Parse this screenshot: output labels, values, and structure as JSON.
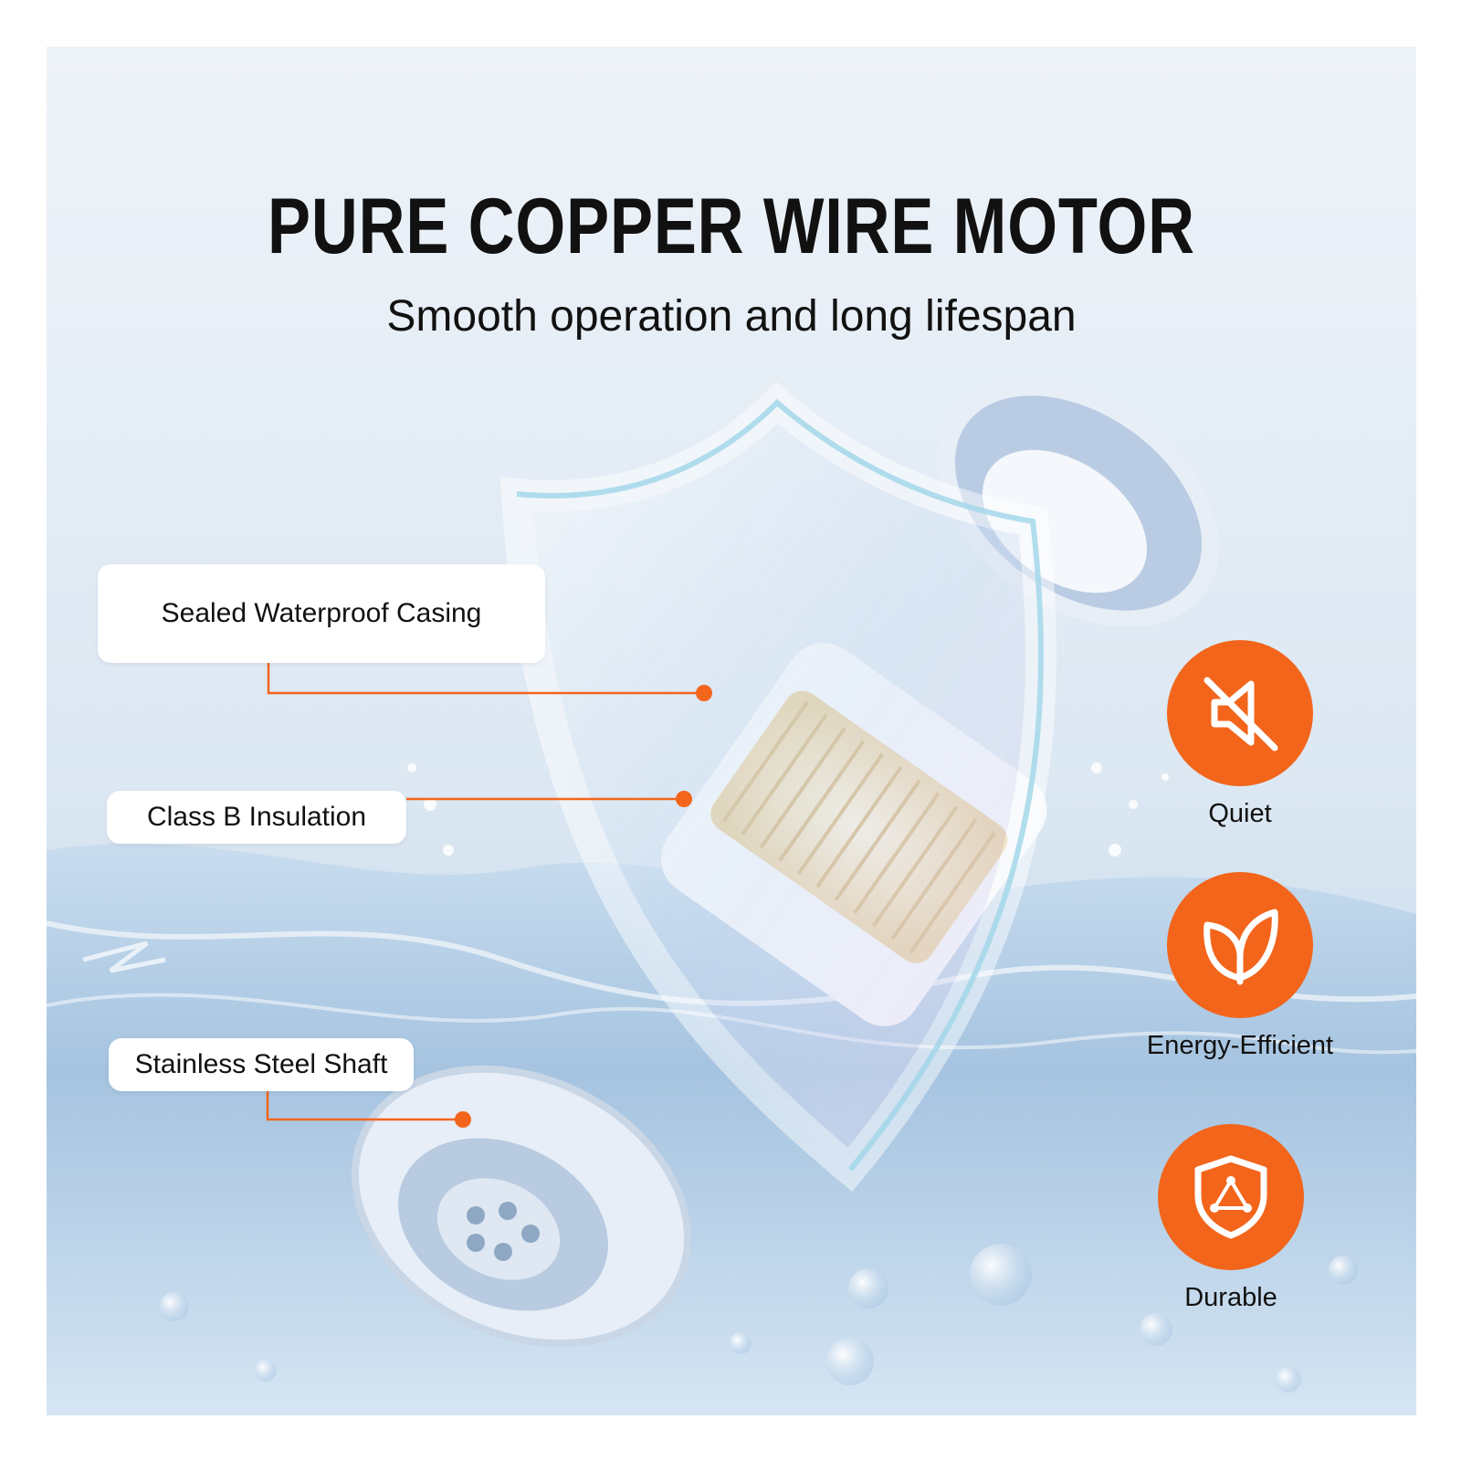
{
  "header": {
    "title": "PURE COPPER WIRE MOTOR",
    "subtitle": "Smooth operation and long lifespan"
  },
  "callouts": [
    {
      "label": "Sealed Waterproof Casing"
    },
    {
      "label": "Class B Insulation"
    },
    {
      "label": "Stainless Steel Shaft"
    }
  ],
  "features": [
    {
      "label": "Quiet",
      "icon": "mute-speaker-icon"
    },
    {
      "label": "Energy-Efficient",
      "icon": "leaf-icon"
    },
    {
      "label": "Durable",
      "icon": "shield-icon"
    }
  ],
  "colors": {
    "accent": "#f2651b",
    "water": "#b7d2ea",
    "text": "#111111"
  }
}
